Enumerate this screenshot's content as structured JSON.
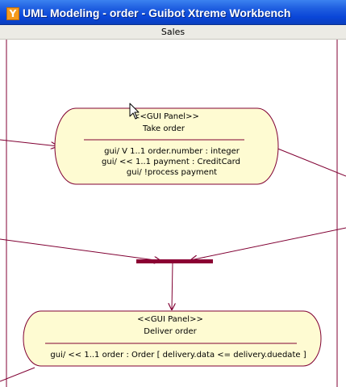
{
  "window": {
    "app_icon_glyph": "Y",
    "title": "UML Modeling - order - Guibot Xtreme Workbench"
  },
  "swimlane": {
    "label": "Sales"
  },
  "nodes": {
    "take_order": {
      "stereotype": "<<GUI Panel>>",
      "name": "Take order",
      "attributes": [
        "gui/ V 1..1 order.number : integer",
        "gui/ << 1..1 payment : CreditCard",
        "gui/ !process payment"
      ]
    },
    "deliver_order": {
      "stereotype": "<<GUI Panel>>",
      "name": "Deliver order",
      "attributes": [
        "gui/ << 1..1 order : Order [ delivery.data <= delivery.duedate ]"
      ]
    }
  },
  "colors": {
    "line": "#800033",
    "node_fill": "#fefbd2",
    "join_bar": "#8b0033",
    "title_bar": "#0a46d8"
  }
}
